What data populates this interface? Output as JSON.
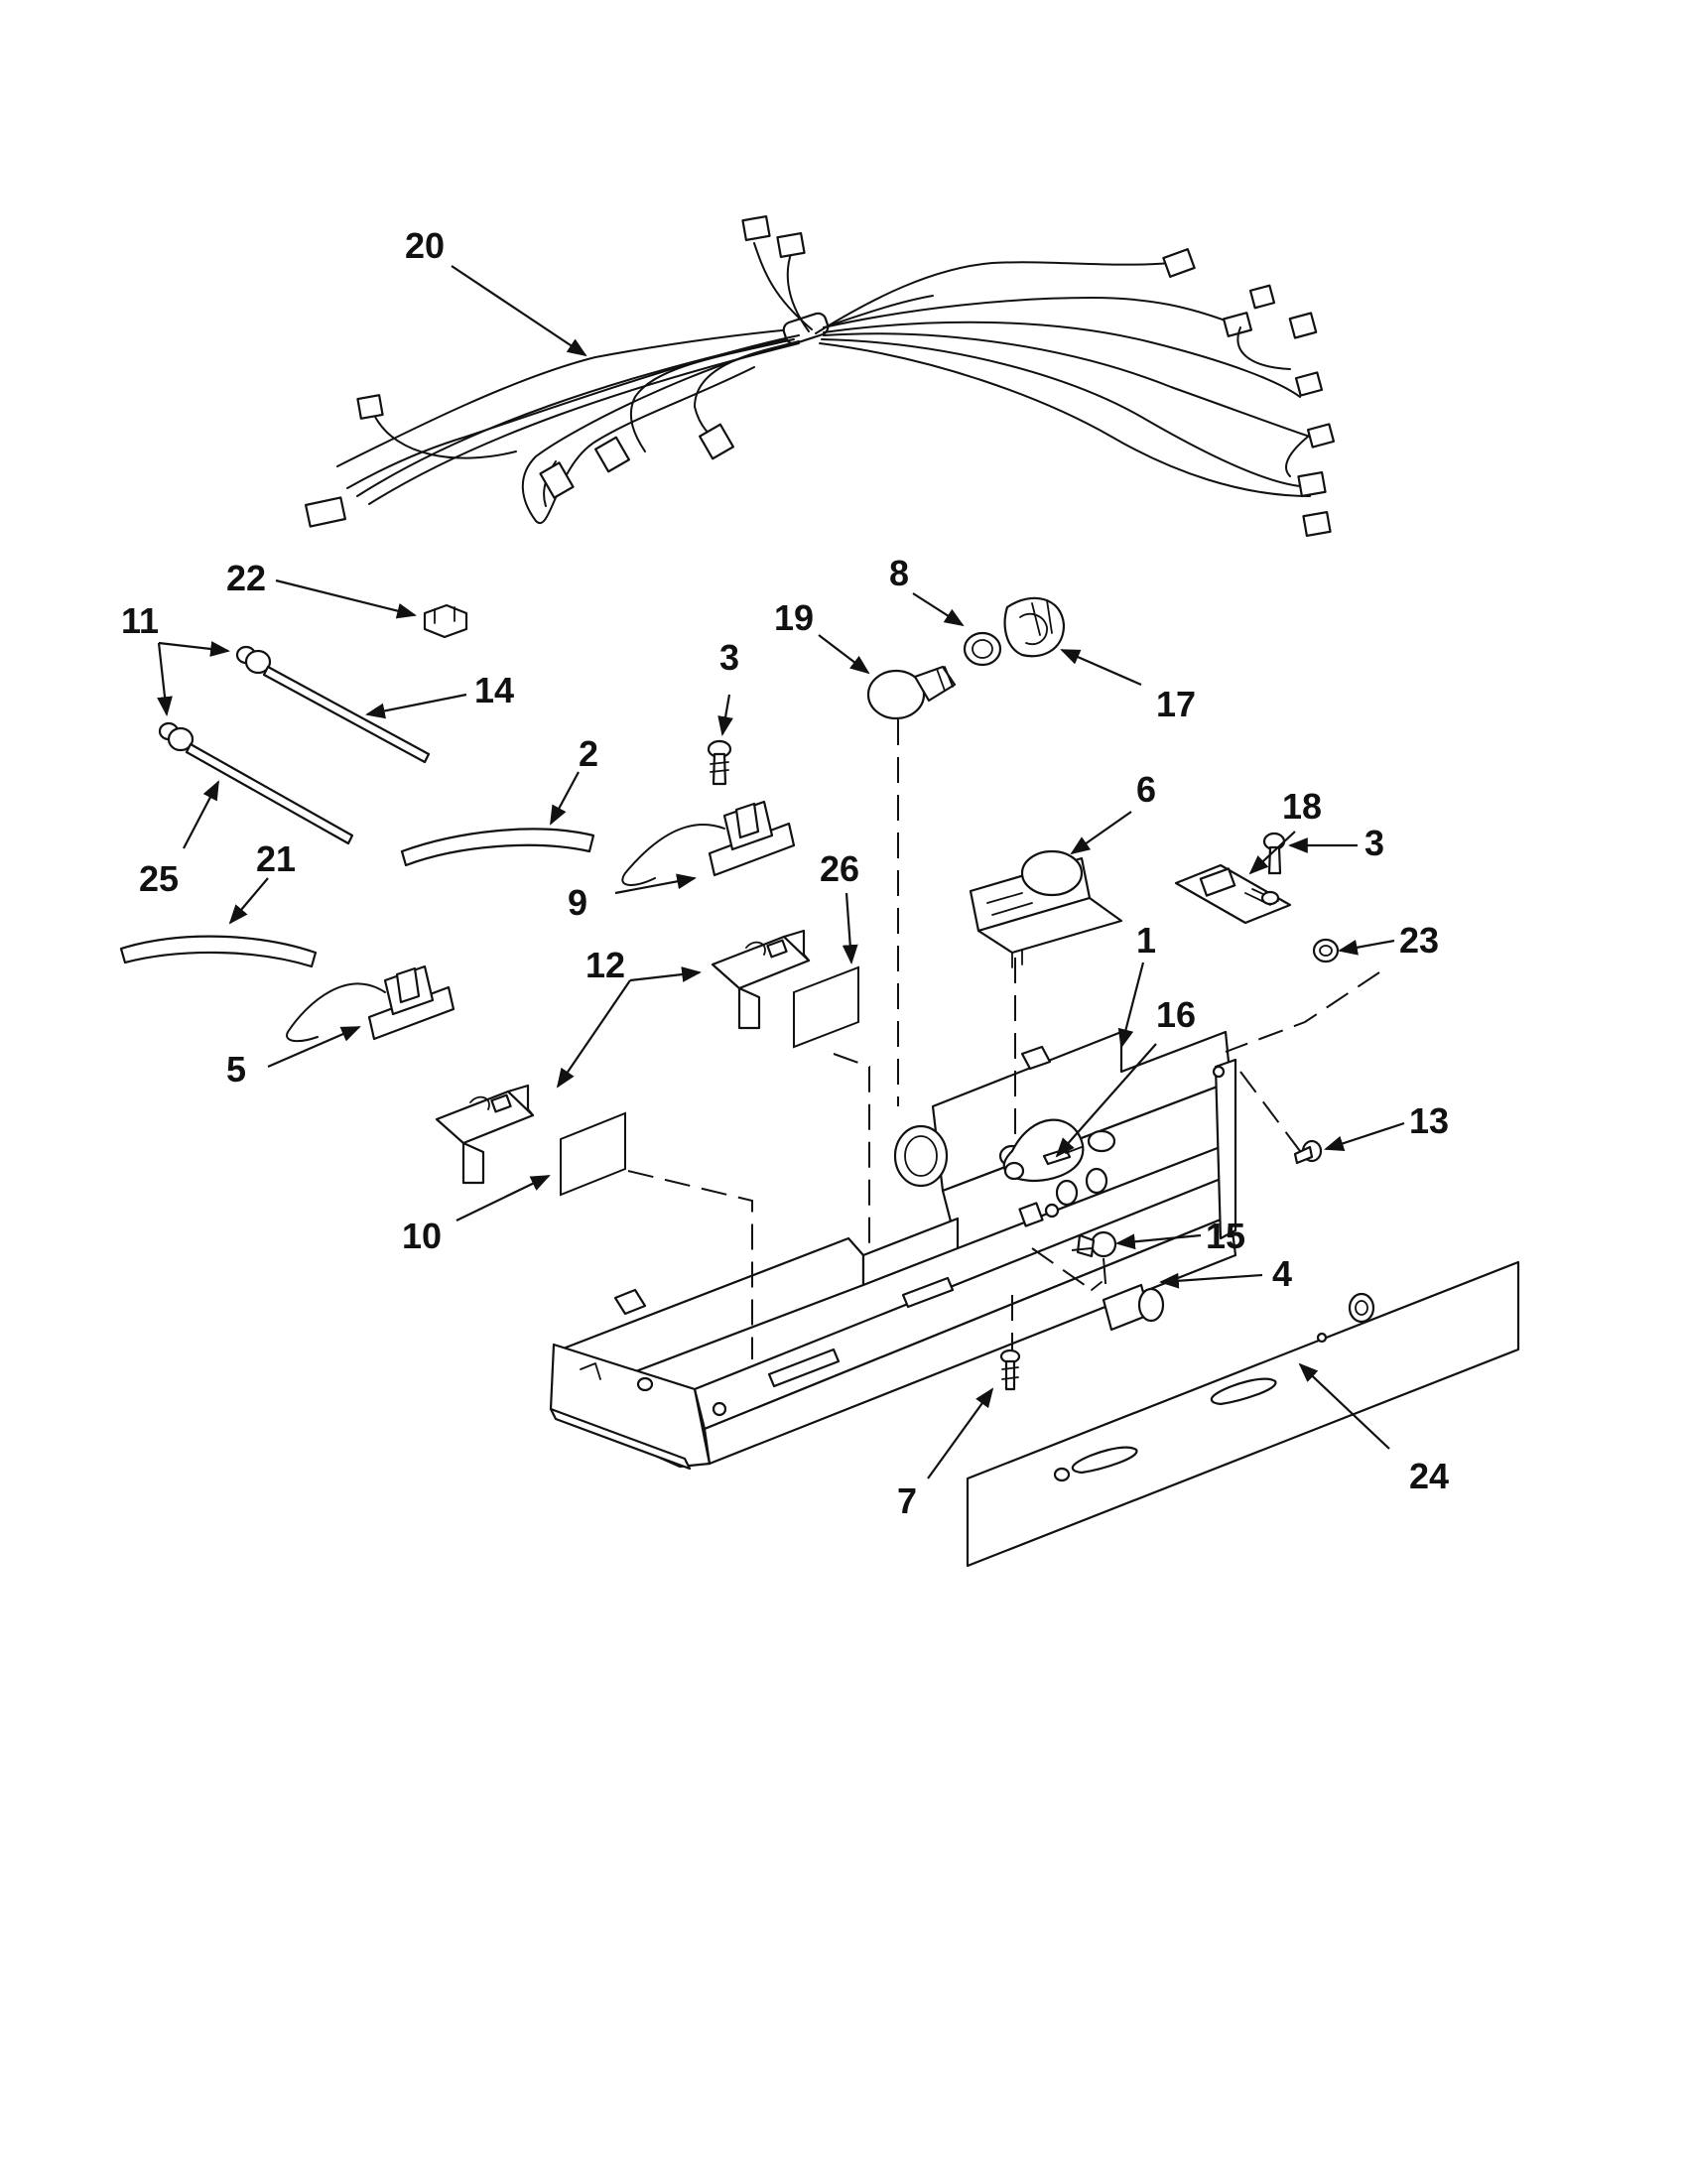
{
  "diagram": {
    "callouts": [
      {
        "id": "c20",
        "label": "20"
      },
      {
        "id": "c22",
        "label": "22"
      },
      {
        "id": "c11",
        "label": "11"
      },
      {
        "id": "c14",
        "label": "14"
      },
      {
        "id": "c25",
        "label": "25"
      },
      {
        "id": "c2",
        "label": "2"
      },
      {
        "id": "c21",
        "label": "21"
      },
      {
        "id": "c3a",
        "label": "3"
      },
      {
        "id": "c9",
        "label": "9"
      },
      {
        "id": "c5",
        "label": "5"
      },
      {
        "id": "c12",
        "label": "12"
      },
      {
        "id": "c26",
        "label": "26"
      },
      {
        "id": "c10",
        "label": "10"
      },
      {
        "id": "c8",
        "label": "8"
      },
      {
        "id": "c19",
        "label": "19"
      },
      {
        "id": "c17",
        "label": "17"
      },
      {
        "id": "c6",
        "label": "6"
      },
      {
        "id": "c18",
        "label": "18"
      },
      {
        "id": "c3b",
        "label": "3"
      },
      {
        "id": "c23",
        "label": "23"
      },
      {
        "id": "c1",
        "label": "1"
      },
      {
        "id": "c16",
        "label": "16"
      },
      {
        "id": "c13",
        "label": "13"
      },
      {
        "id": "c15",
        "label": "15"
      },
      {
        "id": "c4",
        "label": "4"
      },
      {
        "id": "c7",
        "label": "7"
      },
      {
        "id": "c24",
        "label": "24"
      }
    ]
  }
}
